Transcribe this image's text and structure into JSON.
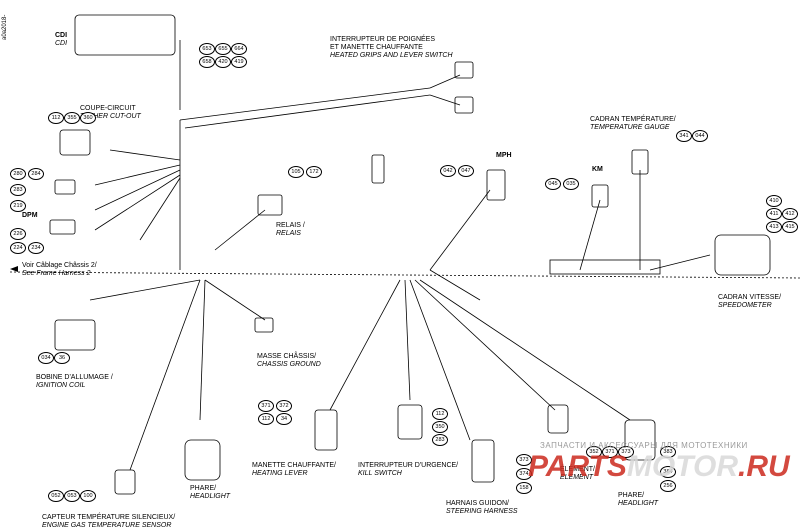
{
  "doc_id": "a0a2018-",
  "labels": {
    "cdi": [
      "CDI",
      "CDI"
    ],
    "tether": [
      "COUPE-CIRCUIT",
      "TETHER CUT-OUT"
    ],
    "dpm": "DPM",
    "grips": [
      "INTERRUPTEUR DE POIGNÉES",
      "ET MANETTE CHAUFFANTE",
      "HEATED GRIPS AND LEVER SWITCH"
    ],
    "relais": [
      "RELAIS /",
      "RELAIS"
    ],
    "mph": "MPH",
    "km": "KM",
    "temp_gauge": [
      "CADRAN TEMPÉRATURE/",
      "TEMPERATURE GAUGE"
    ],
    "speedo": [
      "CADRAN VITESSE/",
      "SPEEDOMETER"
    ],
    "frame_harness": [
      "Voir Câblage Châssis 2/",
      "See Frame Harness 2"
    ],
    "ignition": [
      "BOBINE D'ALLUMAGE /",
      "IGNITION COIL"
    ],
    "ground": [
      "MASSE CHÂSSIS/",
      "CHASSIS GROUND"
    ],
    "phare_left": [
      "PHARE/",
      "HEADLIGHT"
    ],
    "manette": [
      "MANETTE CHAUFFANTE/",
      "HEATING LEVER"
    ],
    "kill": [
      "INTERRUPTEUR D'URGENCE/",
      "KILL SWITCH"
    ],
    "steering": [
      "HARNAIS GUIDON/",
      "STEERING HARNESS"
    ],
    "element": [
      "ÉLÉMENT/",
      "ELEMENT"
    ],
    "phare_right": [
      "PHARE/",
      "HEADLIGHT"
    ],
    "exhaust": [
      "CAPTEUR TEMPÉRATURE SILENCIEUX/",
      "ENGINE GAS TEMPERATURE SENSOR"
    ]
  },
  "refs": {
    "cdi": [
      "653",
      "655",
      "664",
      "658",
      "420",
      "419"
    ],
    "tether": [
      "112",
      "355",
      "360"
    ],
    "misc": [
      "280",
      "284",
      "283",
      "219",
      "226",
      "224",
      "234"
    ],
    "relais": [
      "105",
      "172"
    ],
    "mph": [
      "042",
      "047"
    ],
    "km": [
      "045",
      "035"
    ],
    "temp": [
      "341",
      "044"
    ],
    "speedo": [
      "410",
      "411",
      "412",
      "413",
      "415"
    ],
    "ignition": [
      "034",
      "36"
    ],
    "kill": [
      "112",
      "350",
      "283"
    ],
    "manette": [
      "371",
      "372",
      "112",
      "34"
    ],
    "exhaust": [
      "052",
      "053",
      "100"
    ],
    "element": [
      "352",
      "371",
      "373"
    ],
    "phare_right": [
      "383",
      "384",
      "256"
    ],
    "steering": [
      "373",
      "374",
      "158"
    ]
  },
  "watermark": {
    "top": "ЗАПЧАСТИ И АКСЕССУАРЫ ДЛЯ МОТОТЕХНИКИ",
    "brand_a": "PARTS",
    "brand_b": "MOTOR",
    "brand_c": ".RU"
  }
}
